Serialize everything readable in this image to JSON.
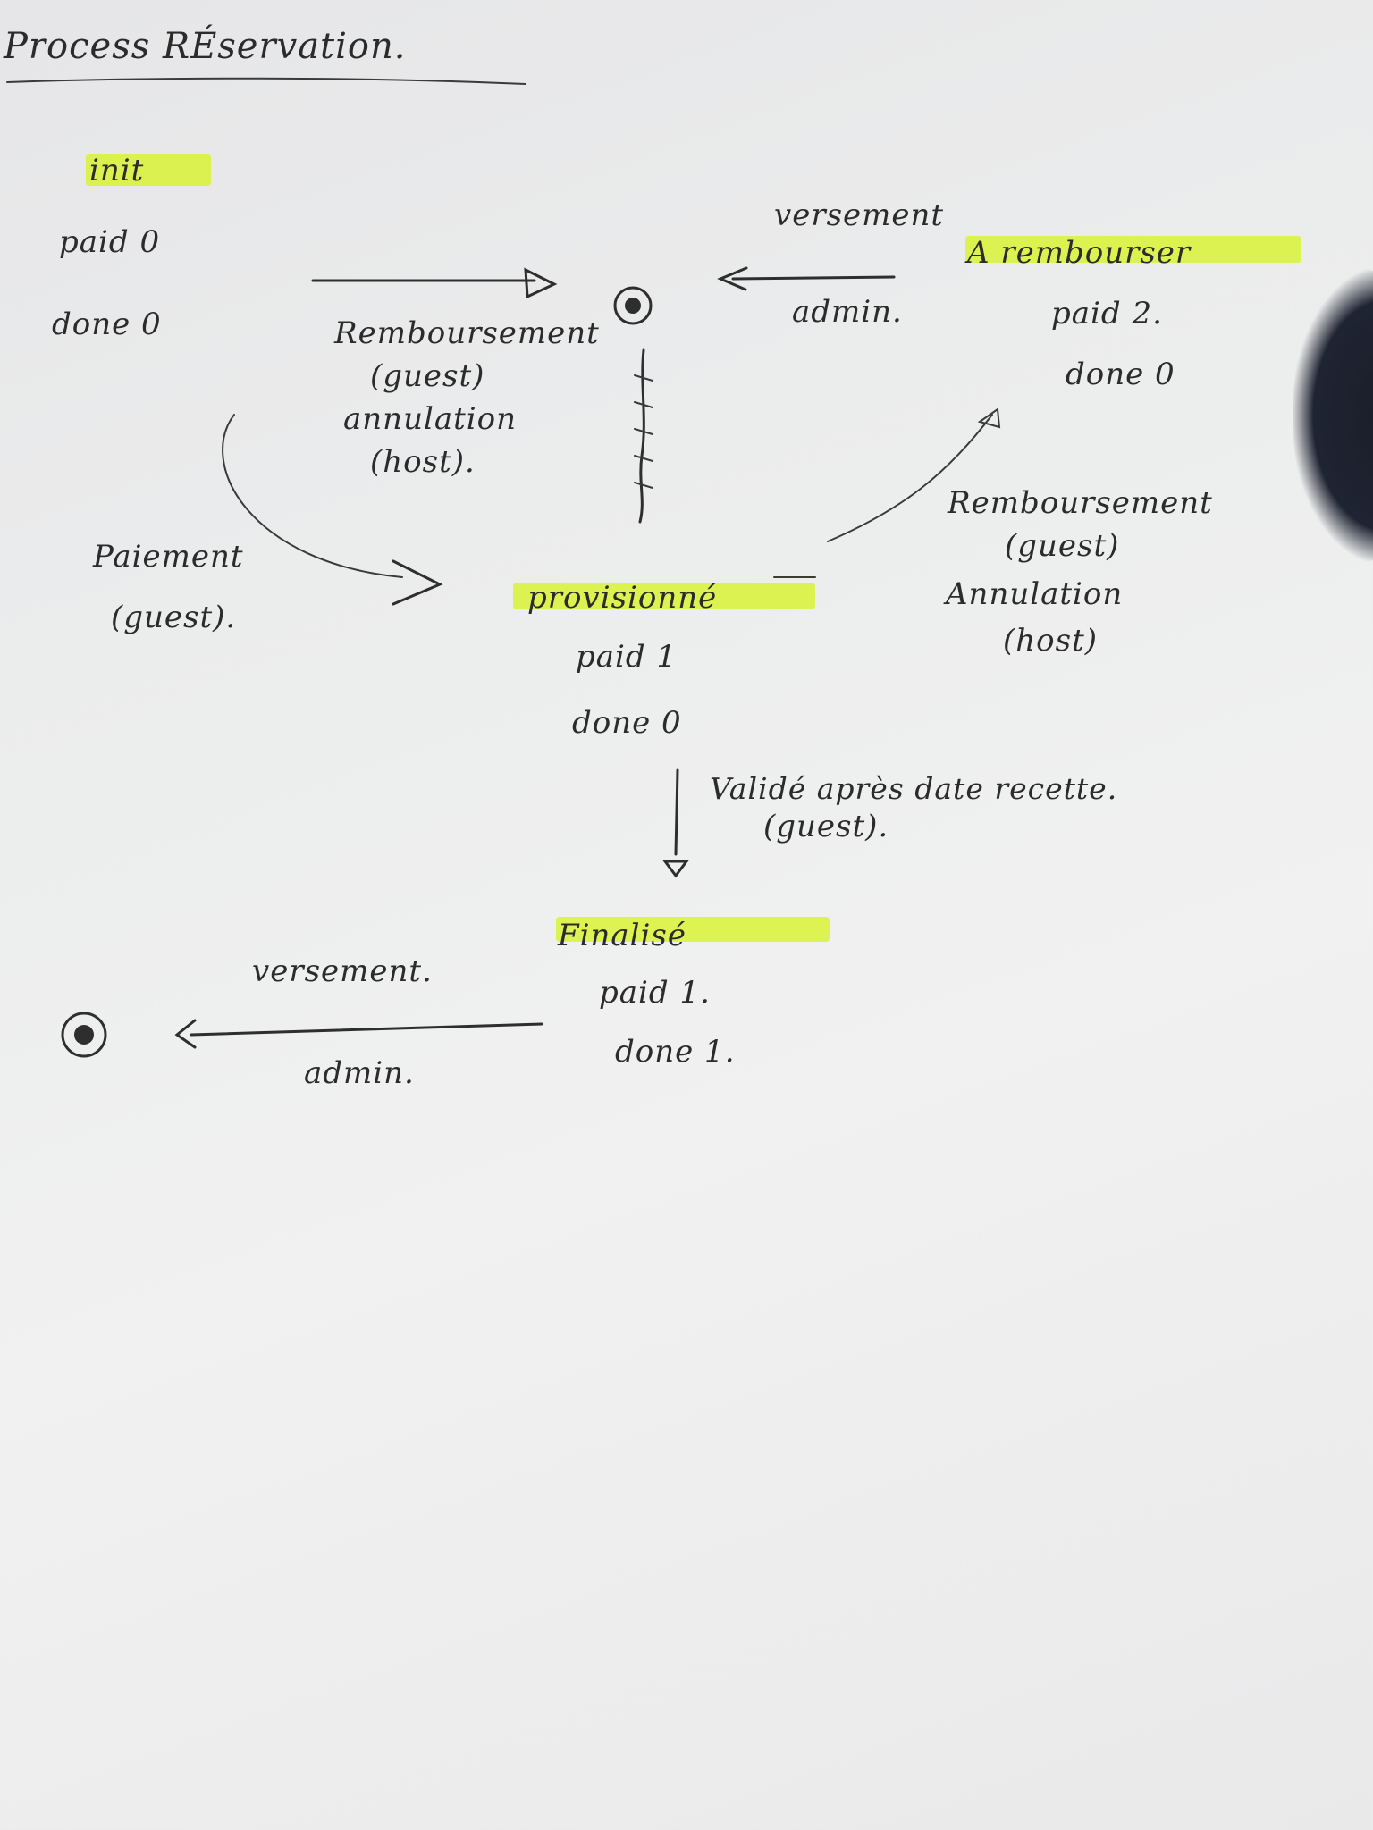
{
  "title": "Process RÉservation.",
  "states": {
    "init": {
      "name": "init",
      "paid": "paid 0",
      "done": "done 0"
    },
    "provisionne": {
      "name": "provisionné",
      "paid": "paid 1",
      "done": "done 0"
    },
    "a_rembourser": {
      "name": "A rembourser",
      "paid": "paid 2.",
      "done": "done 0"
    },
    "finalise": {
      "name": "Finalisé",
      "paid": "paid 1.",
      "done": "done 1."
    }
  },
  "transitions": {
    "init_to_end": {
      "line1": "Remboursement",
      "line2": "(guest)",
      "line3": "annulation",
      "line4": "(host)."
    },
    "init_to_provisionne": {
      "line1": "Paiement",
      "line2": "(guest)."
    },
    "provisionne_to_a_rembourser": {
      "line1": "Remboursement",
      "line2": "(guest)",
      "line3": "Annulation",
      "line4": "(host)"
    },
    "a_rembourser_to_end": {
      "line1": "versement",
      "line2": "admin."
    },
    "provisionne_to_finalise": {
      "line1": "Validé après date recette.",
      "line2": "(guest)."
    },
    "finalise_to_end": {
      "line1": "versement.",
      "line2": "admin."
    }
  },
  "highlight_color": "#d6f414"
}
